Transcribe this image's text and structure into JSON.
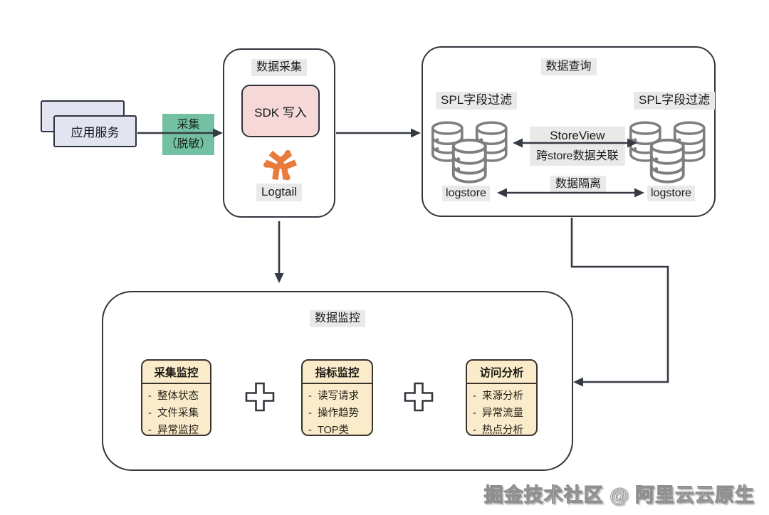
{
  "app_service": {
    "label": "应用服务"
  },
  "collect": {
    "line1": "采集",
    "line2": "（脱敏）"
  },
  "data_collection": {
    "title": "数据采集",
    "sdk_label": "SDK 写入",
    "logtail_label": "Logtail"
  },
  "data_query": {
    "title": "数据查询",
    "spl_left": "SPL字段过滤",
    "spl_right": "SPL字段过滤",
    "storeview_line1": "StoreView",
    "storeview_line2": "跨store数据关联",
    "logstore_left": "logstore",
    "logstore_right": "logstore",
    "isolation": "数据隔离"
  },
  "data_monitoring": {
    "title": "数据监控",
    "bullet": "-",
    "cards": [
      {
        "title": "采集监控",
        "items": [
          "整体状态",
          "文件采集",
          "异常监控"
        ]
      },
      {
        "title": "指标监控",
        "items": [
          "读写请求",
          "操作趋势",
          "TOP类"
        ]
      },
      {
        "title": "访问分析",
        "items": [
          "来源分析",
          "异常流量",
          "热点分析"
        ]
      }
    ]
  },
  "watermark": {
    "text": "掘金技术社区 @ 阿里云云原生"
  },
  "colors": {
    "line": "#363b42",
    "app_fill": "#e2e5f1",
    "collect_green": "#74c0a3",
    "sdk_pink": "#f6d9d7",
    "card_cream": "#faecca",
    "chip_gray": "#e9e9e9",
    "logtail_orange": "#e97b3d",
    "database_gray": "#7e7e7e"
  }
}
